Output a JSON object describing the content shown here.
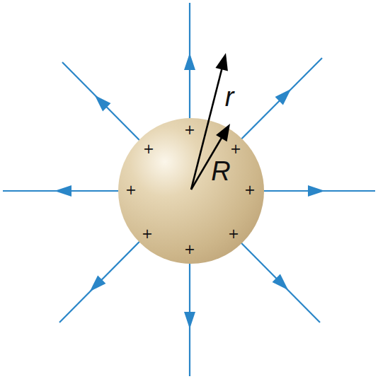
{
  "diagram": {
    "labels": [
      "+",
      "+",
      "+",
      "+",
      "+",
      "+",
      "+",
      "+",
      "r",
      "R"
    ]
  }
}
